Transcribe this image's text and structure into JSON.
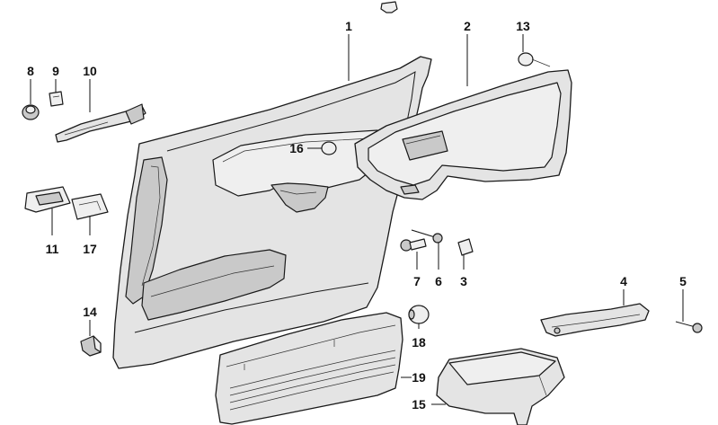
{
  "labels": {
    "p1": "1",
    "p2": "2",
    "p3": "3",
    "p4": "4",
    "p5": "5",
    "p6": "6",
    "p7": "7",
    "p8": "8",
    "p9": "9",
    "p10": "10",
    "p11": "11",
    "p13": "13",
    "p14": "14",
    "p15": "15",
    "p16": "16",
    "p17": "17",
    "p18": "18",
    "p19": "19"
  }
}
